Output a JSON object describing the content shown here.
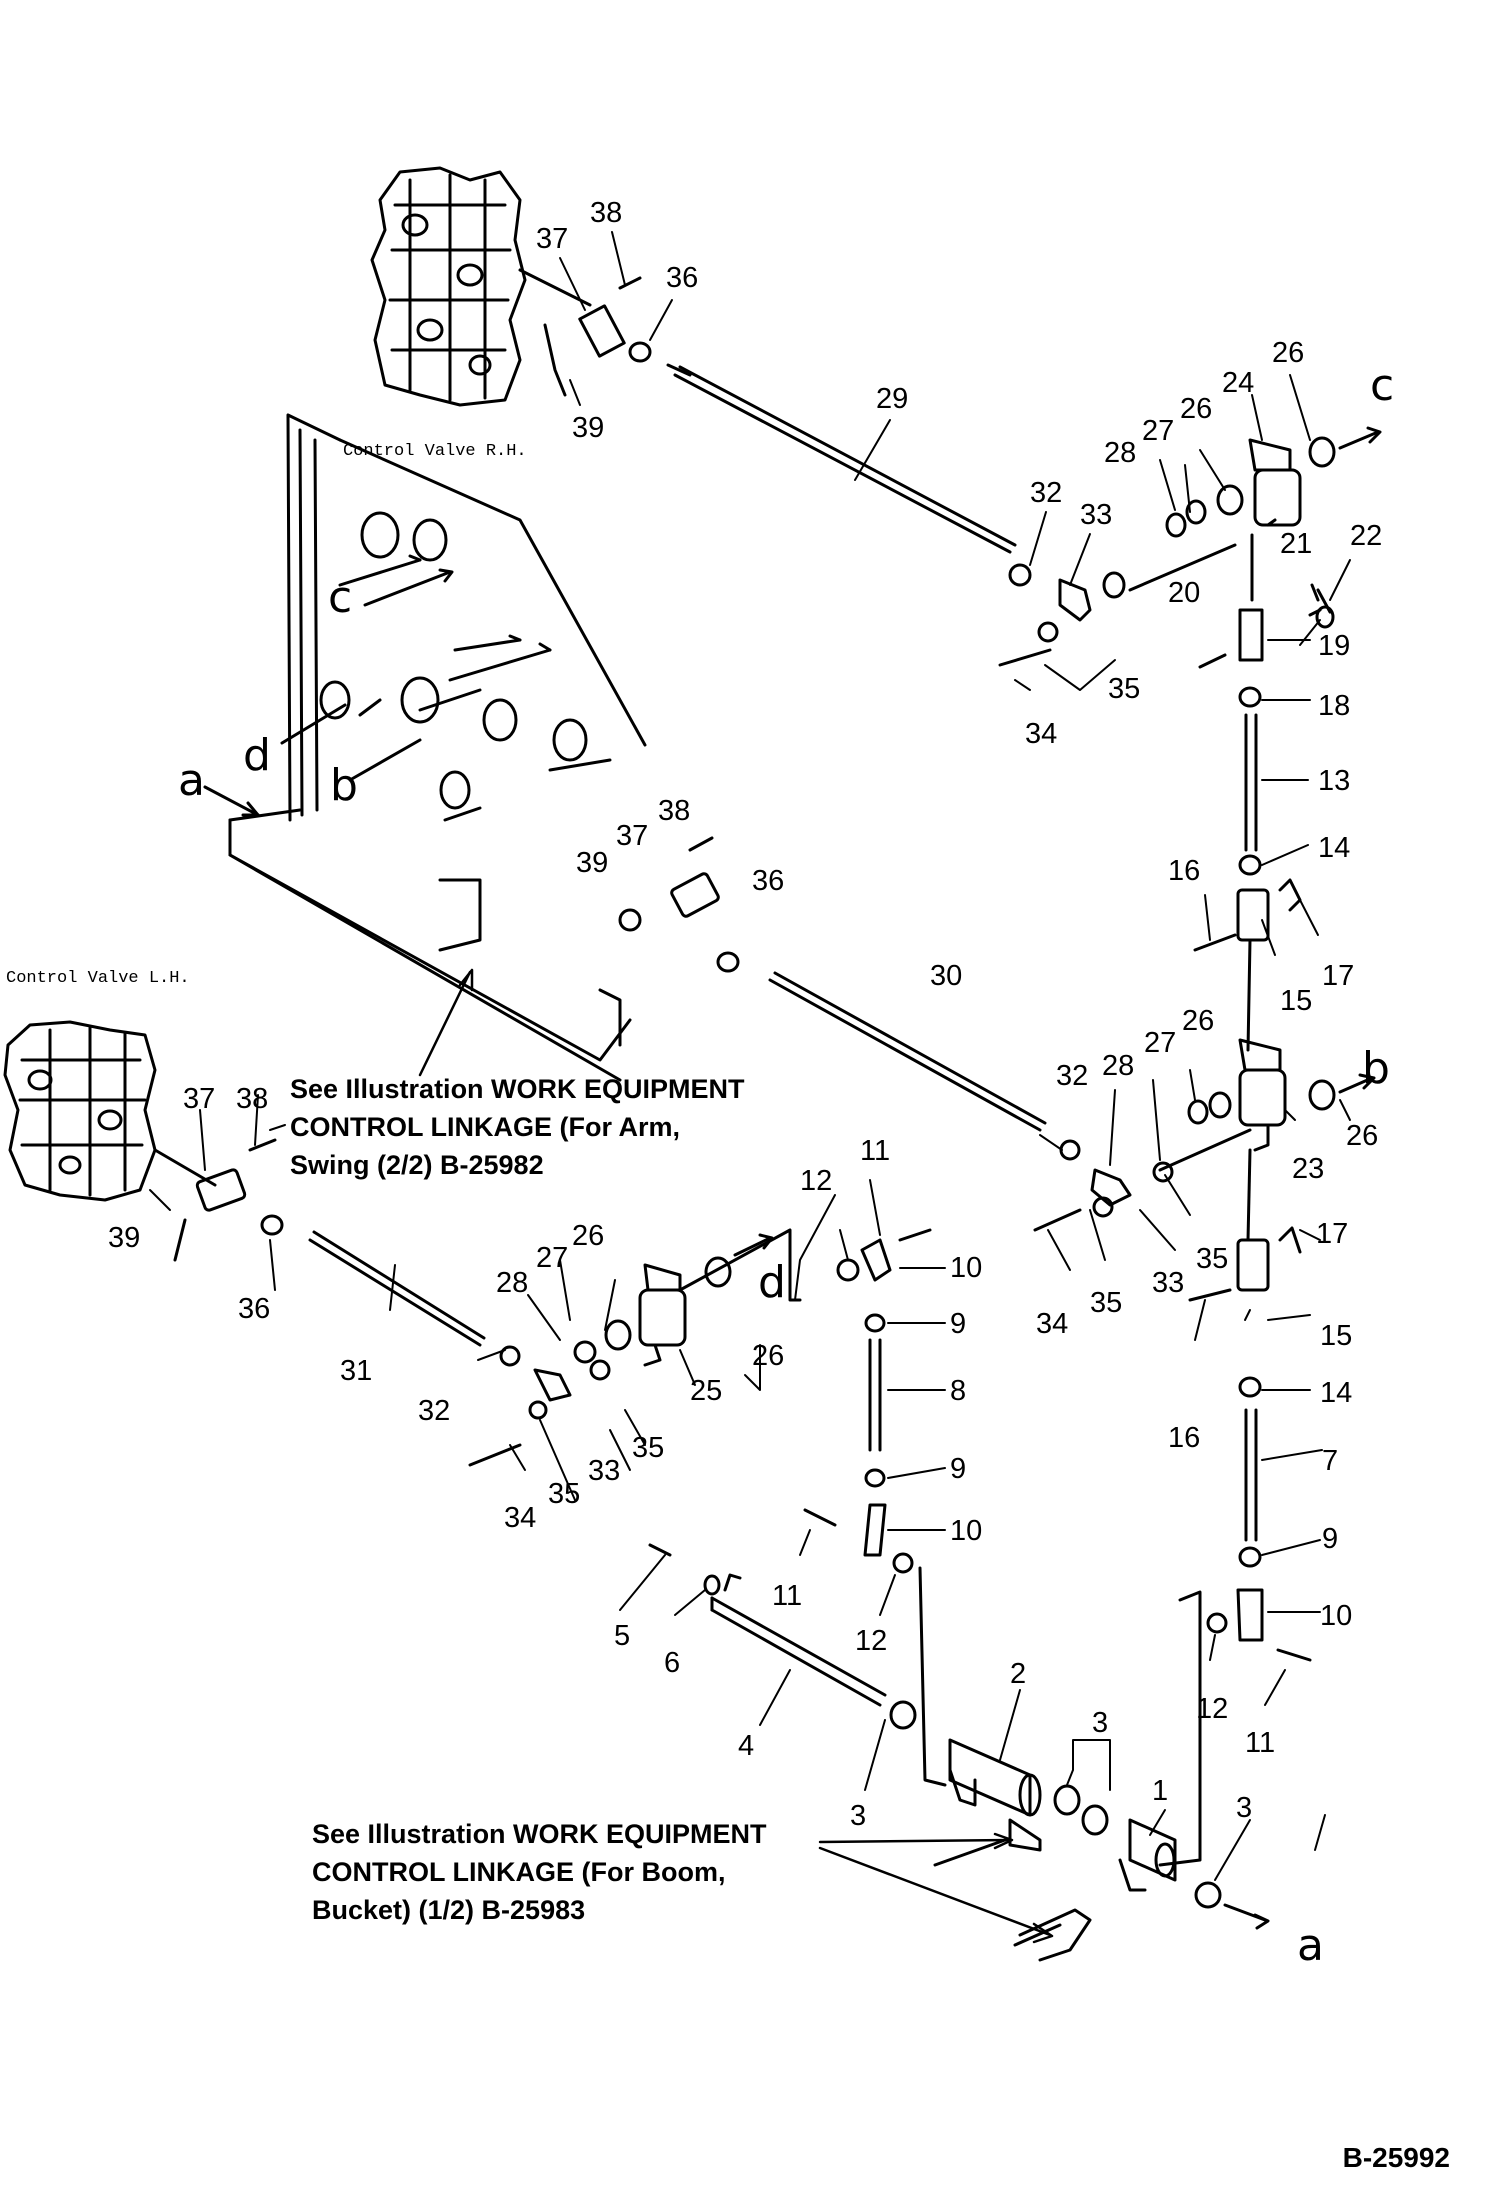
{
  "labels": {
    "control_valve_rh": "Control Valve R.H.",
    "control_valve_lh": "Control Valve L.H."
  },
  "notes": {
    "arm_swing": {
      "line1": "See Illustration WORK EQUIPMENT",
      "line2": "CONTROL LINKAGE (For Arm,",
      "line3": "Swing (2/2) B-25982"
    },
    "boom_bucket": {
      "line1": "See Illustration WORK EQUIPMENT",
      "line2": "CONTROL LINKAGE (For Boom,",
      "line3": "Bucket) (1/2) B-25983"
    }
  },
  "connection_letters": [
    "a",
    "b",
    "c",
    "d"
  ],
  "doc_id": "B-25992",
  "callouts": [
    "1",
    "2",
    "3",
    "4",
    "5",
    "6",
    "7",
    "8",
    "9",
    "10",
    "11",
    "12",
    "13",
    "14",
    "15",
    "16",
    "17",
    "18",
    "19",
    "20",
    "21",
    "22",
    "23",
    "24",
    "25",
    "26",
    "27",
    "28",
    "29",
    "30",
    "31",
    "32",
    "33",
    "34",
    "35",
    "36",
    "37",
    "38",
    "39"
  ]
}
